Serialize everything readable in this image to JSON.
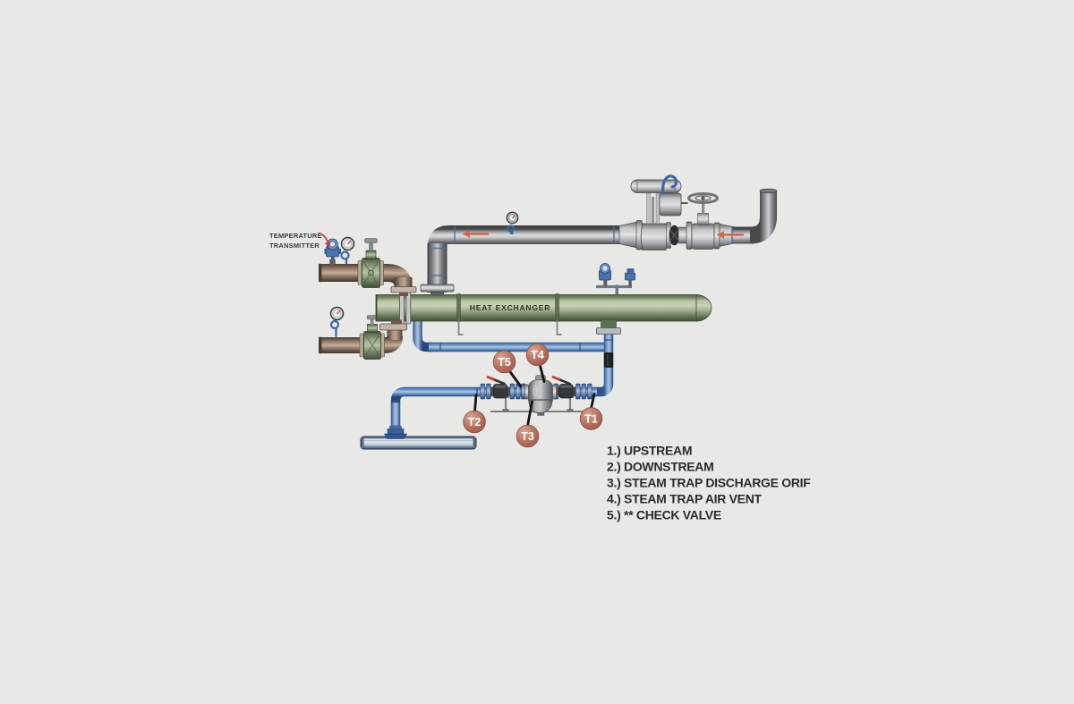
{
  "labels": {
    "temperature_transmitter": {
      "line1": "TEMPERATURE",
      "line2": "TRANSMITTER"
    },
    "heat_exchanger": "HEAT EXCHANGER"
  },
  "tags": {
    "t1": "T1",
    "t2": "T2",
    "t3": "T3",
    "t4": "T4",
    "t5": "T5"
  },
  "legend": {
    "items": [
      "1.) UPSTREAM",
      "2.) DOWNSTREAM",
      "3.) STEAM TRAP DISCHARGE ORIF",
      "4.) STEAM TRAP AIR VENT",
      "5.) ** CHECK VALVE"
    ]
  },
  "colors": {
    "background": "#e8e8e6",
    "steam_pipe_steel": "#9fa1a3",
    "condensate_pipe_blue": "#4a72ae",
    "process_pipe_brown": "#8d7567",
    "heat_exchanger_green": "#9cab8a",
    "tag_badge_red": "#a8604f",
    "flow_arrow_orange": "#cf6a4c",
    "legend_text": "#2d2b2c"
  }
}
